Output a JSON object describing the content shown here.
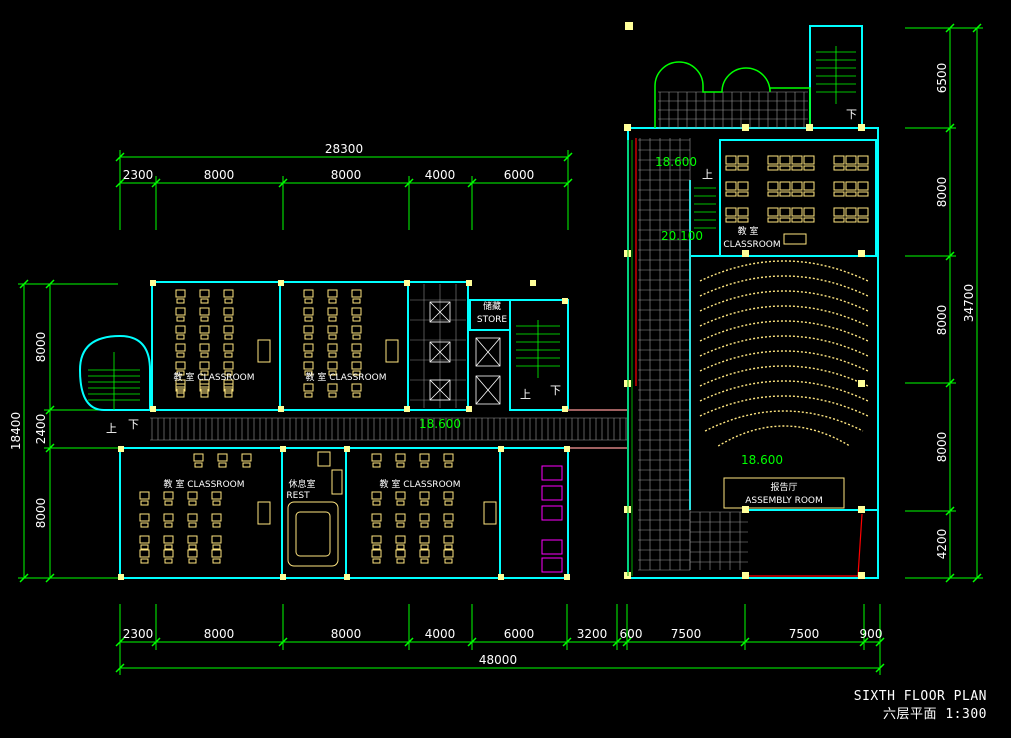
{
  "drawing": {
    "title_en": "SIXTH FLOOR PLAN",
    "title_cn": "六层平面 1:300"
  },
  "colors": {
    "background": "#000000",
    "dimension": "#00ff00",
    "wall": "#00ffff",
    "grid": "#9a9a9a",
    "furniture": "#ffe680",
    "column": "#ffff99",
    "fire": "#ff0000",
    "text": "#ffffff"
  },
  "dimensions": {
    "top_total": "28300",
    "top_segments": [
      "2300",
      "8000",
      "8000",
      "4000",
      "6000"
    ],
    "bottom_segments": [
      "2300",
      "8000",
      "8000",
      "4000",
      "6000",
      "3200",
      "600",
      "7500",
      "7500",
      "900"
    ],
    "bottom_total": "48000",
    "left_total": "18400",
    "left_segments": [
      "8000",
      "2400",
      "8000"
    ],
    "right_total": "34700",
    "right_segments": [
      "6500",
      "8000",
      "8000",
      "8000",
      "4200"
    ]
  },
  "rooms": {
    "classroom_1": "教 室 CLASSROOM",
    "classroom_2": "教 室 CLASSROOM",
    "classroom_3": "教 室 CLASSROOM",
    "classroom_4": "教 室 CLASSROOM",
    "rest_cn": "休息室",
    "rest_en": "REST",
    "store_cn": "储藏",
    "store_en": "STORE",
    "classroom_east_cn": "教 室",
    "classroom_east_en": "CLASSROOM",
    "assembly_cn": "报告厅",
    "assembly_en": "ASSEMBLY ROOM"
  },
  "elevations": {
    "corridor_west": "18.600",
    "corridor_east": "18.600",
    "assembly": "18.600",
    "landing": "20.100"
  },
  "stairs": {
    "up": "上",
    "down": "下"
  }
}
